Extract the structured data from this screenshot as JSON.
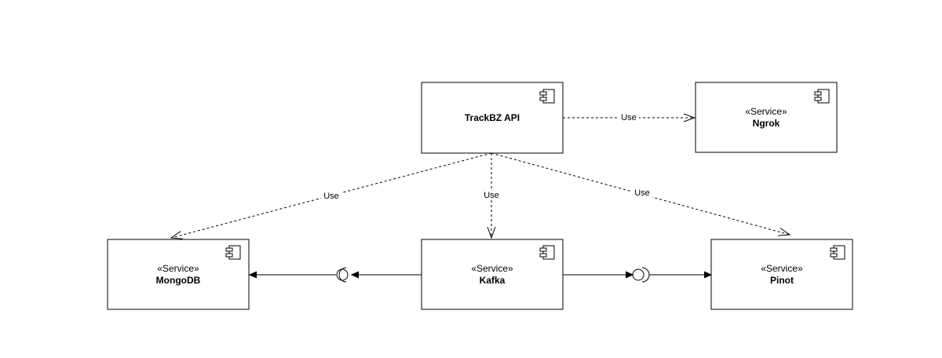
{
  "components": {
    "trackbz_api": {
      "stereotype": "",
      "name": "TrackBZ API"
    },
    "ngrok": {
      "stereotype": "«Service»",
      "name": "Ngrok"
    },
    "mongodb": {
      "stereotype": "«Service»",
      "name": "MongoDB"
    },
    "kafka": {
      "stereotype": "«Service»",
      "name": "Kafka"
    },
    "pinot": {
      "stereotype": "«Service»",
      "name": "Pinot"
    }
  },
  "edges": {
    "api_ngrok": {
      "label": "Use"
    },
    "api_mongodb": {
      "label": "Use"
    },
    "api_kafka": {
      "label": "Use"
    },
    "api_pinot": {
      "label": "Use"
    }
  }
}
